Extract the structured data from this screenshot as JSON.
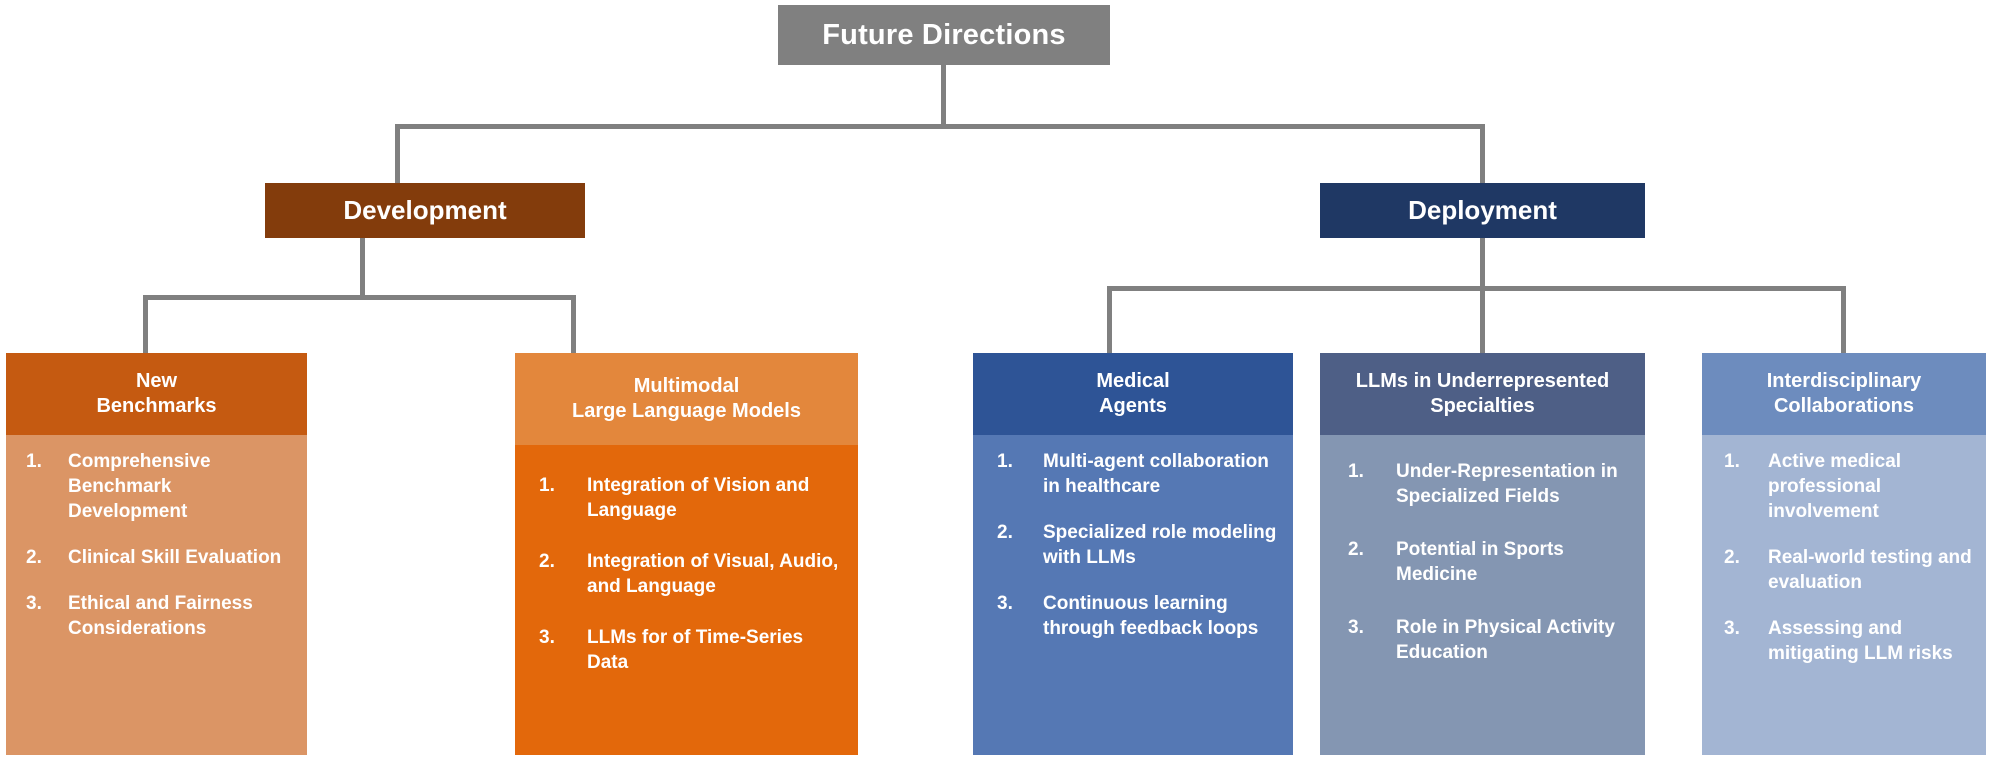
{
  "diagram": {
    "title": "Future Directions",
    "root": {
      "label": "Future Directions",
      "color": "#808080"
    },
    "branches": [
      {
        "id": "development",
        "label": "Development",
        "color": "#833C0C"
      },
      {
        "id": "deployment",
        "label": "Deployment",
        "color": "#1F3864"
      }
    ],
    "cards": [
      {
        "id": "new-benchmarks",
        "parent": "development",
        "title_lines": [
          "New",
          "Benchmarks"
        ],
        "header_color": "#C55A11",
        "body_color": "#DB9565",
        "items": [
          {
            "num": "1.",
            "text": "Comprehensive Benchmark Development"
          },
          {
            "num": "2.",
            "text": "Clinical Skill Evaluation"
          },
          {
            "num": "3.",
            "text": "Ethical and Fairness Considerations"
          }
        ]
      },
      {
        "id": "multimodal",
        "parent": "development",
        "title_lines": [
          "Multimodal",
          "Large Language Models"
        ],
        "header_color": "#E3873C",
        "body_color": "#E3680B",
        "items": [
          {
            "num": "1.",
            "text": "Integration of Vision and Language"
          },
          {
            "num": "2.",
            "text": "Integration of Visual, Audio, and Language"
          },
          {
            "num": "3.",
            "text": "LLMs for of Time-Series Data"
          }
        ]
      },
      {
        "id": "medical-agents",
        "parent": "deployment",
        "title_lines": [
          "Medical",
          "Agents"
        ],
        "header_color": "#2E5496",
        "body_color": "#5578B4",
        "items": [
          {
            "num": "1.",
            "text": "Multi-agent collaboration in healthcare"
          },
          {
            "num": "2.",
            "text": "Specialized role modeling with LLMs"
          },
          {
            "num": "3.",
            "text": "Continuous learning through feedback loops"
          }
        ]
      },
      {
        "id": "underrepresented",
        "parent": "deployment",
        "title_lines": [
          "LLMs in Underrepresented",
          "Specialties"
        ],
        "header_color": "#4E5F86",
        "body_color": "#8496B2",
        "items": [
          {
            "num": "1.",
            "text": "Under-Representation in Specialized Fields"
          },
          {
            "num": "2.",
            "text": "Potential in Sports Medicine"
          },
          {
            "num": "3.",
            "text": "Role in Physical Activity Education"
          }
        ]
      },
      {
        "id": "interdisciplinary",
        "parent": "deployment",
        "title_lines": [
          "Interdisciplinary",
          "Collaborations"
        ],
        "header_color": "#6D8CBE",
        "body_color": "#A3B5D3",
        "items": [
          {
            "num": "1.",
            "text": "Active medical professional involvement"
          },
          {
            "num": "2.",
            "text": "Real-world testing and evaluation"
          },
          {
            "num": "3.",
            "text": "Assessing and mitigating LLM risks"
          }
        ]
      }
    ],
    "connector_color": "#808080"
  }
}
